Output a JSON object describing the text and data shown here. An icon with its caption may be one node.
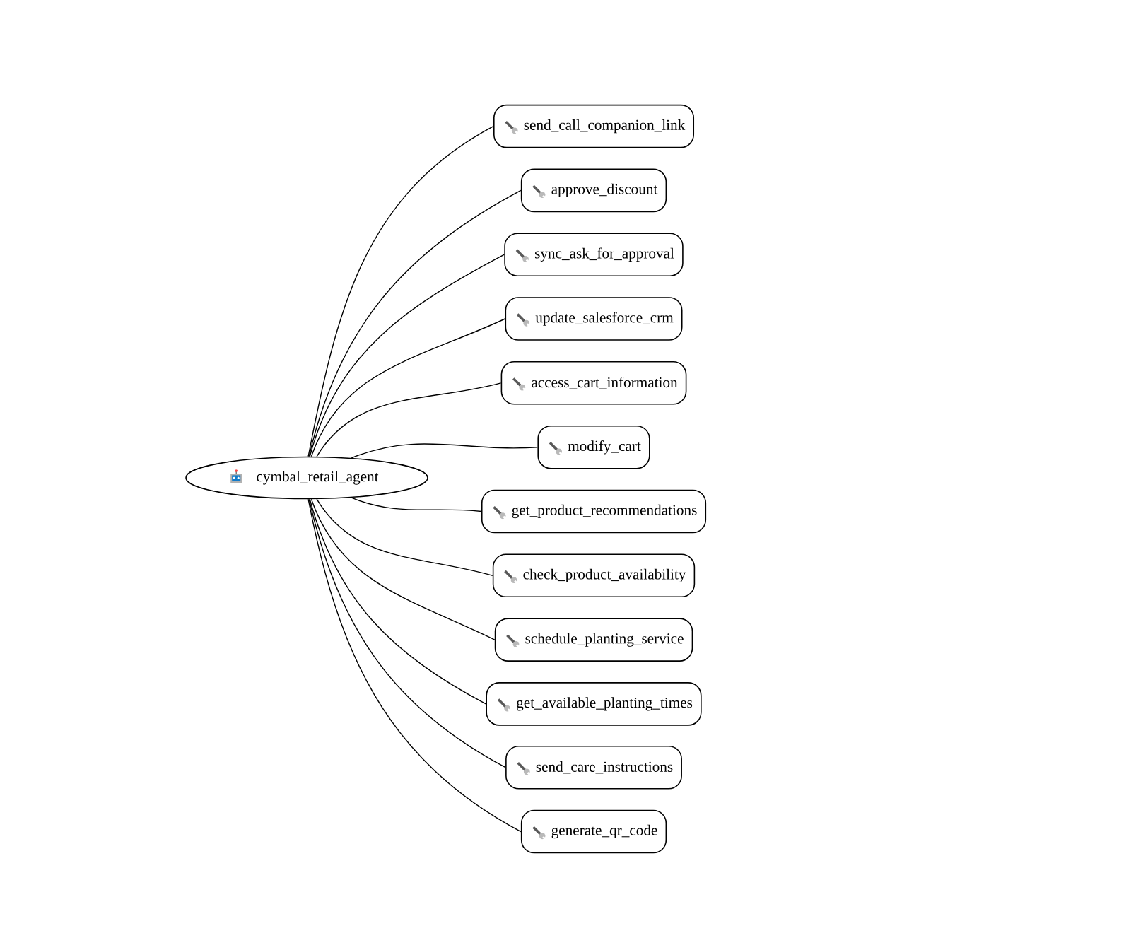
{
  "diagram": {
    "nodes": [
      {
        "text": [
          "cymbal_retail_agent"
        ]
      },
      {
        "text": [
          "send_call_companion_link"
        ]
      },
      {
        "text": [
          "approve_discount"
        ]
      },
      {
        "text": [
          "sync_ask_for_approval"
        ]
      },
      {
        "text": [
          "update_salesforce_crm"
        ]
      },
      {
        "text": [
          "access_cart_information"
        ]
      },
      {
        "text": [
          "modify_cart"
        ]
      },
      {
        "text": [
          "get_product_recommendations"
        ]
      },
      {
        "text": [
          "check_product_availability"
        ]
      },
      {
        "text": [
          "schedule_planting_service"
        ]
      },
      {
        "text": [
          "get_available_planting_times"
        ]
      },
      {
        "text": [
          "send_care_instructions"
        ]
      },
      {
        "text": [
          "generate_qr_code"
        ]
      }
    ],
    "edges": [
      {
        "from": 0,
        "to": 1,
        "arrow": "none"
      },
      {
        "from": 0,
        "to": 2,
        "arrow": "none"
      },
      {
        "from": 0,
        "to": 3,
        "arrow": "none"
      },
      {
        "from": 0,
        "to": 4,
        "arrow": "none"
      },
      {
        "from": 0,
        "to": 5,
        "arrow": "none"
      },
      {
        "from": 0,
        "to": 6,
        "arrow": "none"
      },
      {
        "from": 0,
        "to": 7,
        "arrow": "none"
      },
      {
        "from": 0,
        "to": 8,
        "arrow": "none"
      },
      {
        "from": 0,
        "to": 9,
        "arrow": "none"
      },
      {
        "from": 0,
        "to": 10,
        "arrow": "none"
      },
      {
        "from": 0,
        "to": 11,
        "arrow": "none"
      },
      {
        "from": 0,
        "to": 12,
        "arrow": "none"
      }
    ]
  }
}
